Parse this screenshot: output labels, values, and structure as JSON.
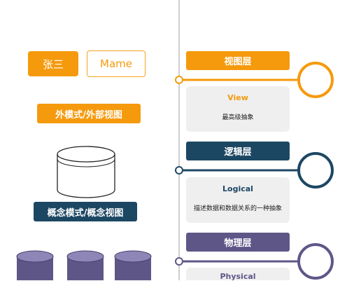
{
  "colors": {
    "orange": "#f59a0c",
    "navy": "#1c4763",
    "purple": "#5f5688",
    "card": "#efefef",
    "timeline": "#cfcfcf"
  },
  "left": {
    "name_filled": "张三",
    "name_outline": "Mame",
    "external_schema": "外模式/外部视图",
    "conceptual_schema": "概念模式/概念视图"
  },
  "layers": [
    {
      "head": "视图层",
      "title": "View",
      "desc": "最高级抽象",
      "color": "#f59a0c"
    },
    {
      "head": "逻辑层",
      "title": "Logical",
      "desc": "描述数据和数据关系的一种抽象",
      "color": "#1c4763"
    },
    {
      "head": "物理层",
      "title": "Physical",
      "desc": "",
      "color": "#5f5688"
    }
  ]
}
